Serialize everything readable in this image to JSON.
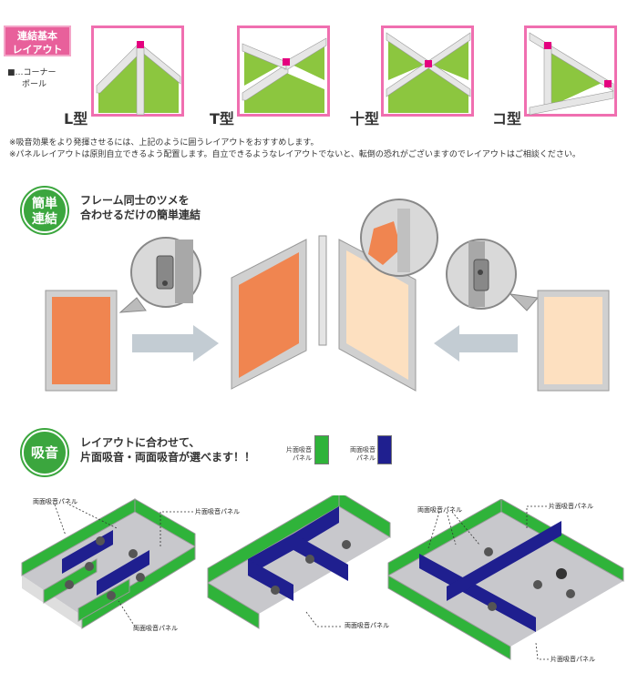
{
  "section1": {
    "badge": [
      "連結基本",
      "レイアウト"
    ],
    "legend": [
      "■…コーナー",
      "ポール"
    ],
    "layouts": [
      "L型",
      "T型",
      "十型",
      "コ型"
    ],
    "notes": [
      "※吸音効果をより発揮させるには、上記のように囲うレイアウトをおすすめします。",
      "※パネルレイアウトは原則自立できるよう配置します。自立できるようなレイアウトでないと、転倒の恐れがございますのでレイアウトはご相談ください。"
    ]
  },
  "section2": {
    "badge": [
      "簡単",
      "連結"
    ],
    "headline": [
      "フレーム同士のツメを",
      "合わせるだけの簡単連結"
    ]
  },
  "section3": {
    "badge": "吸音",
    "headline": [
      "レイアウトに合わせて、",
      "片面吸音・両面吸音が選べます！！"
    ],
    "swatch_single": [
      "片面吸音",
      "パネル"
    ],
    "swatch_double": [
      "両面吸音",
      "パネル"
    ],
    "labels": {
      "d1_double_top": "両面吸音パネル",
      "d1_single": "片面吸音パネル",
      "d1_double_bottom": "両面吸音パネル",
      "d2_double": "両面吸音パネル",
      "d3_double": "両面吸音パネル",
      "d3_single_top": "片面吸音パネル",
      "d3_single_bottom": "片面吸音パネル"
    }
  },
  "colors": {
    "pink": "#e8609b",
    "corner": "#e4007f",
    "green_panel": "#2fb33a",
    "navy_panel": "#1f1f8f",
    "orange_panel": "#f08550",
    "peach_panel": "#fde0c0",
    "badge_green": "#3ba63e"
  }
}
